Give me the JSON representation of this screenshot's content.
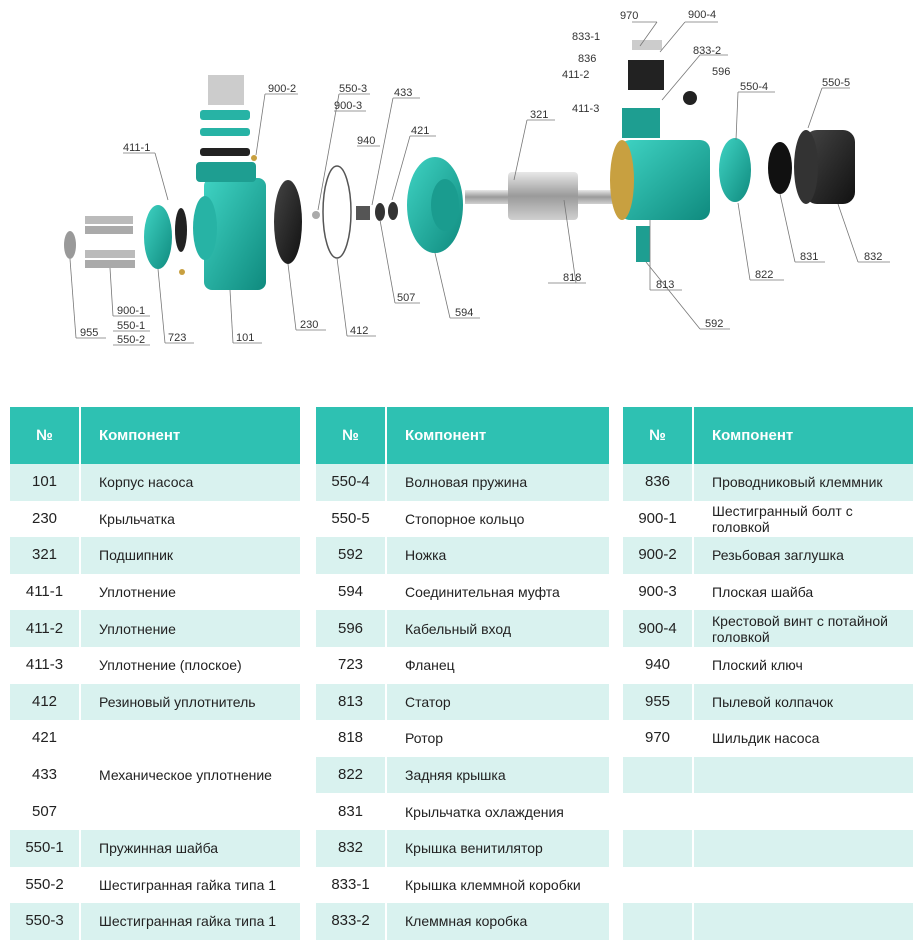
{
  "diagram": {
    "labels": [
      "970",
      "900-4",
      "833-1",
      "836",
      "833-2",
      "411-2",
      "596",
      "550-5",
      "550-4",
      "411-3",
      "321",
      "550-3",
      "900-3",
      "433",
      "900-2",
      "411-1",
      "940",
      "421",
      "818",
      "813",
      "822",
      "831",
      "832",
      "592",
      "507",
      "594",
      "412",
      "230",
      "101",
      "723",
      "955",
      "900-1",
      "550-1",
      "550-2"
    ]
  },
  "header": {
    "num": "№",
    "component": "Компонент"
  },
  "tables": [
    {
      "rows": [
        {
          "num": "101",
          "name": "Корпус насоса"
        },
        {
          "num": "230",
          "name": "Крыльчатка"
        },
        {
          "num": "321",
          "name": "Подшипник"
        },
        {
          "num": "411-1",
          "name": "Уплотнение"
        },
        {
          "num": "411-2",
          "name": "Уплотнение"
        },
        {
          "num": "411-3",
          "name": "Уплотнение (плоское)"
        },
        {
          "num": "412",
          "name": "Резиновый уплотнитель"
        },
        {
          "num": "421",
          "name": "Механическое уплотнение"
        },
        {
          "num": "433",
          "name": ""
        },
        {
          "num": "507",
          "name": ""
        },
        {
          "num": "550-1",
          "name": "Пружинная шайба"
        },
        {
          "num": "550-2",
          "name": "Шестигранная гайка типа 1"
        },
        {
          "num": "550-3",
          "name": "Шестигранная гайка типа 1"
        }
      ]
    },
    {
      "rows": [
        {
          "num": "550-4",
          "name": "Волновая пружина"
        },
        {
          "num": "550-5",
          "name": "Стопорное кольцо"
        },
        {
          "num": "592",
          "name": "Ножка"
        },
        {
          "num": "594",
          "name": "Соединительная муфта"
        },
        {
          "num": "596",
          "name": "Кабельный вход"
        },
        {
          "num": "723",
          "name": "Фланец"
        },
        {
          "num": "813",
          "name": "Статор"
        },
        {
          "num": "818",
          "name": "Ротор"
        },
        {
          "num": "822",
          "name": "Задняя крышка"
        },
        {
          "num": "831",
          "name": "Крыльчатка охлаждения"
        },
        {
          "num": "832",
          "name": "Крышка венитилятор"
        },
        {
          "num": "833-1",
          "name": "Крышка клеммной коробки"
        },
        {
          "num": "833-2",
          "name": "Клеммная коробка"
        }
      ]
    },
    {
      "rows": [
        {
          "num": "836",
          "name": "Проводниковый клеммник"
        },
        {
          "num": "900-1",
          "name": "Шестигранный болт с головкой"
        },
        {
          "num": "900-2",
          "name": "Резьбовая заглушка"
        },
        {
          "num": "900-3",
          "name": "Плоская шайба"
        },
        {
          "num": "900-4",
          "name": "Крестовой винт с потайной головкой"
        },
        {
          "num": "940",
          "name": "Плоский ключ"
        },
        {
          "num": "955",
          "name": "Пылевой колпачок"
        },
        {
          "num": "970",
          "name": "Шильдик насоса"
        },
        {
          "num": "",
          "name": ""
        },
        {
          "num": "",
          "name": ""
        },
        {
          "num": "",
          "name": ""
        },
        {
          "num": "",
          "name": ""
        },
        {
          "num": "",
          "name": ""
        }
      ]
    }
  ],
  "colors": {
    "teal": "#2ec1b2",
    "row_tint": "#d9f2ef",
    "part_teal": "#1aa99b",
    "part_dark": "#1b1b1b"
  }
}
